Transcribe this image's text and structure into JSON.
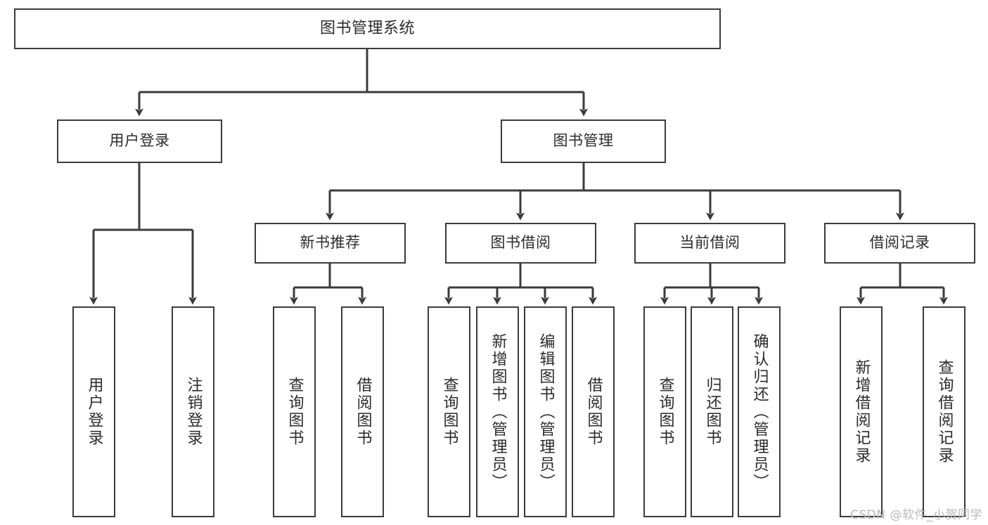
{
  "diagram": {
    "type": "tree",
    "title": "图书管理系统",
    "watermark": "CSDN @软件_小贺同学",
    "colors": {
      "box_border": "#3b3b3b",
      "box_fill": "#ffffff",
      "line": "#3b3b3b",
      "text": "#2b2b2b",
      "watermark": "#b9b9b9"
    },
    "nodes": {
      "root": {
        "label": "图书管理系统"
      },
      "level2": [
        {
          "id": "user-login",
          "label": "用户登录"
        },
        {
          "id": "book-manage",
          "label": "图书管理"
        }
      ],
      "level3": [
        {
          "id": "new-book-rec",
          "label": "新书推荐"
        },
        {
          "id": "book-borrow",
          "label": "图书借阅"
        },
        {
          "id": "current-borrow",
          "label": "当前借阅"
        },
        {
          "id": "borrow-record",
          "label": "借阅记录"
        }
      ],
      "leaves": [
        {
          "id": "leaf-user-login",
          "label": "用户登录",
          "parent": "user-login"
        },
        {
          "id": "leaf-user-logout",
          "label": "注销登录",
          "parent": "user-login"
        },
        {
          "id": "leaf-query-book-1",
          "label": "查询图书",
          "parent": "new-book-rec"
        },
        {
          "id": "leaf-borrow-book-1",
          "label": "借阅图书",
          "parent": "new-book-rec"
        },
        {
          "id": "leaf-query-book-2",
          "label": "查询图书",
          "parent": "book-borrow"
        },
        {
          "id": "leaf-add-book",
          "label": "新增图书（管理员）",
          "parent": "book-borrow"
        },
        {
          "id": "leaf-edit-book",
          "label": "编辑图书（管理员）",
          "parent": "book-borrow"
        },
        {
          "id": "leaf-borrow-book-2",
          "label": "借阅图书",
          "parent": "book-borrow"
        },
        {
          "id": "leaf-query-book-3",
          "label": "查询图书",
          "parent": "current-borrow"
        },
        {
          "id": "leaf-return-book",
          "label": "归还图书",
          "parent": "current-borrow"
        },
        {
          "id": "leaf-confirm-return",
          "label": "确认归还（管理员）",
          "parent": "current-borrow"
        },
        {
          "id": "leaf-add-record",
          "label": "新增借阅记录",
          "parent": "borrow-record"
        },
        {
          "id": "leaf-query-record",
          "label": "查询借阅记录",
          "parent": "borrow-record"
        }
      ]
    }
  }
}
